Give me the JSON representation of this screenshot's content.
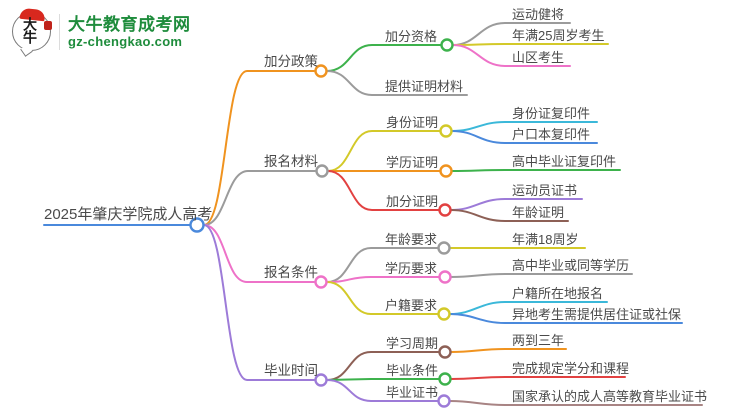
{
  "logo": {
    "icon_text": "大牛",
    "title": "大牛教育成考网",
    "domain": "gz-chengkao.com",
    "brand_color": "#1e8c3c"
  },
  "palette": {
    "root_blue": "#4a89dc",
    "orange": "#f0931f",
    "gray": "#9b9b9b",
    "green": "#3db24c",
    "yellow": "#d3c929",
    "pink": "#ee72c8",
    "cyan": "#3bb8d9",
    "red": "#e24141",
    "purple": "#9d7bd8",
    "brown": "#8d6056",
    "rosy": "#a88484",
    "text": "#4a4a4a"
  },
  "tree": {
    "label": "2025年肇庆学院成人高考",
    "color": "#4a89dc",
    "children": [
      {
        "label": "加分政策",
        "color": "#f0931f",
        "children": [
          {
            "label": "加分资格",
            "color": "#3db24c",
            "children": [
              {
                "label": "运动健将",
                "color": "#9b9b9b"
              },
              {
                "label": "年满25周岁考生",
                "color": "#d3c929"
              },
              {
                "label": "山区考生",
                "color": "#ee72c8"
              }
            ]
          },
          {
            "label": "提供证明材料",
            "color": "#9b9b9b",
            "children": []
          }
        ]
      },
      {
        "label": "报名材料",
        "color": "#9b9b9b",
        "children": [
          {
            "label": "身份证明",
            "color": "#d3c929",
            "children": [
              {
                "label": "身份证复印件",
                "color": "#3bb8d9"
              },
              {
                "label": "户口本复印件",
                "color": "#4a89dc"
              }
            ]
          },
          {
            "label": "学历证明",
            "color": "#f0931f",
            "children": [
              {
                "label": "高中毕业证复印件",
                "color": "#3db24c"
              }
            ]
          },
          {
            "label": "加分证明",
            "color": "#e24141",
            "children": [
              {
                "label": "运动员证书",
                "color": "#9d7bd8"
              },
              {
                "label": "年龄证明",
                "color": "#8d6056"
              }
            ]
          }
        ]
      },
      {
        "label": "报名条件",
        "color": "#ee72c8",
        "children": [
          {
            "label": "年龄要求",
            "color": "#9b9b9b",
            "children": [
              {
                "label": "年满18周岁",
                "color": "#d3c929"
              }
            ]
          },
          {
            "label": "学历要求",
            "color": "#ee72c8",
            "children": [
              {
                "label": "高中毕业或同等学历",
                "color": "#9b9b9b"
              }
            ]
          },
          {
            "label": "户籍要求",
            "color": "#d3c929",
            "children": [
              {
                "label": "户籍所在地报名",
                "color": "#3bb8d9"
              },
              {
                "label": "异地考生需提供居住证或社保",
                "color": "#4a89dc"
              }
            ]
          }
        ]
      },
      {
        "label": "毕业时间",
        "color": "#9d7bd8",
        "children": [
          {
            "label": "学习周期",
            "color": "#8d6056",
            "children": [
              {
                "label": "两到三年",
                "color": "#f0931f"
              }
            ]
          },
          {
            "label": "毕业条件",
            "color": "#3db24c",
            "children": [
              {
                "label": "完成规定学分和课程",
                "color": "#e24141"
              }
            ]
          },
          {
            "label": "毕业证书",
            "color": "#9d7bd8",
            "children": [
              {
                "label": "国家承认的成人高等教育毕业证书",
                "color": "#a88484"
              }
            ]
          }
        ]
      }
    ]
  }
}
